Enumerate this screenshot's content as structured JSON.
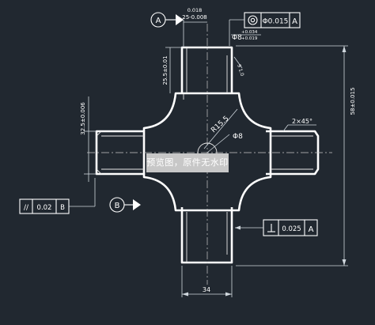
{
  "datums": {
    "a": "A",
    "b": "B"
  },
  "top_dims": {
    "offset_tol_upper": "0.018",
    "offset_value": "25-0.008",
    "dia8_tol": "Φ8",
    "dia8_upper": "+0.034",
    "dia8_lower": "+0.019",
    "vertical_25": "25.5±0.01",
    "thread_small": "9 1.0"
  },
  "fcf_top": {
    "symbol": "◎",
    "tolerance": "Φ0.015",
    "datum": "A"
  },
  "fcf_parallel": {
    "symbol": "//",
    "tolerance": "0.02",
    "datum": "B"
  },
  "fcf_perp": {
    "symbol": "⊥",
    "tolerance": "0.025",
    "datum": "A"
  },
  "body_dims": {
    "radius": "R15.5",
    "hole": "Φ8",
    "chamfer": "2×45°",
    "left_vertical": "32.5±0.006",
    "right_vertical": "58±0.015",
    "bottom_width": "34"
  },
  "watermark": "预览图，原件无水印"
}
